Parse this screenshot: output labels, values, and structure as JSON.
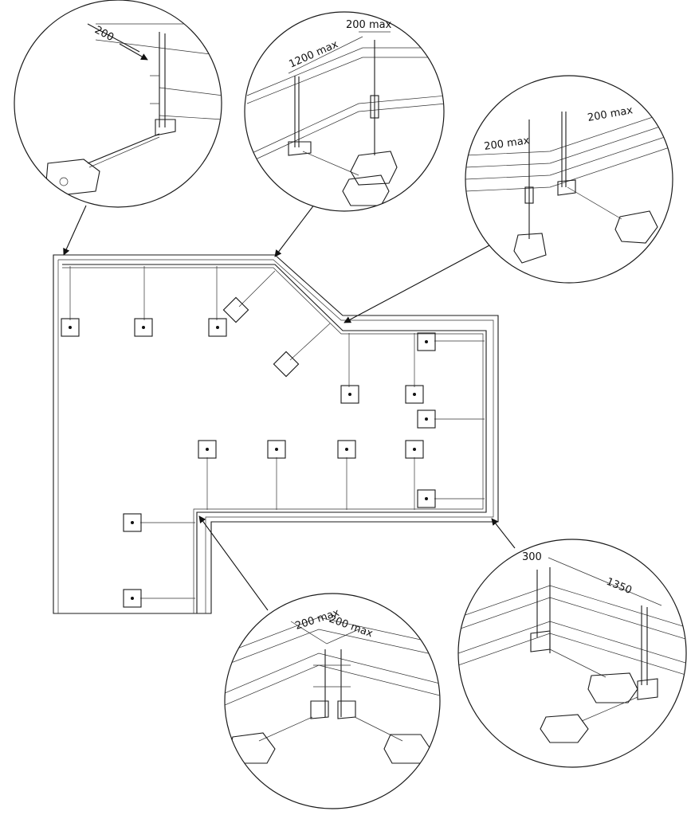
{
  "details": {
    "top_left": {
      "dim_a": "200"
    },
    "top_center": {
      "dim_a": "200 max",
      "dim_b": "1200 max"
    },
    "top_right": {
      "dim_a": "200 max",
      "dim_b": "200 max"
    },
    "bottom_center": {
      "dim_a": "200 max",
      "dim_b": "200 max"
    },
    "bottom_right": {
      "dim_a": "300",
      "dim_b": "1350"
    }
  },
  "colors": {
    "line": "#1a1a1a",
    "background": "#ffffff"
  },
  "icons": {
    "counterweight": "counterweight-base-icon",
    "post": "guardrail-post-icon"
  }
}
